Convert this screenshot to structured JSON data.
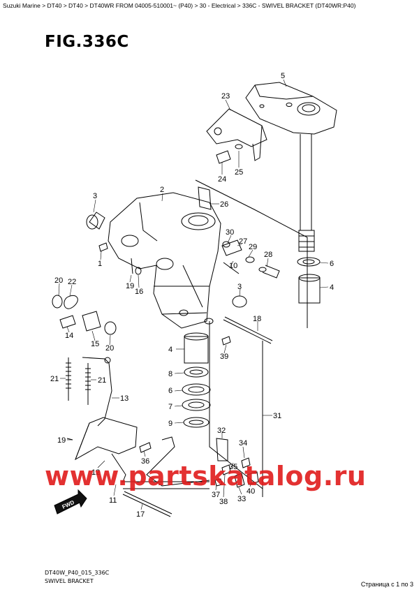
{
  "breadcrumb": "Suzuki Marine > DT40 > DT40 > DT40WR FROM 04005-510001~ (P40) > 30 - Electrical > 336C - SWIVEL BRACKET (DT40WR:P40)",
  "figure_title": "FIG.336C",
  "watermark": "www.partskatalog.ru",
  "fwd_label": "FWD",
  "drawing_code": "DT40W_P40_015_336C",
  "caption": "SWIVEL BRACKET",
  "pager": "Страница с 1 по 3",
  "callouts": [
    {
      "id": "c5",
      "text": "5"
    },
    {
      "id": "c23",
      "text": "23"
    },
    {
      "id": "c25",
      "text": "25"
    },
    {
      "id": "c24",
      "text": "24"
    },
    {
      "id": "c3a",
      "text": "3"
    },
    {
      "id": "c2",
      "text": "2"
    },
    {
      "id": "c26",
      "text": "26"
    },
    {
      "id": "c30",
      "text": "30"
    },
    {
      "id": "c27",
      "text": "27"
    },
    {
      "id": "c29",
      "text": "29"
    },
    {
      "id": "c28",
      "text": "28"
    },
    {
      "id": "c10",
      "text": "10"
    },
    {
      "id": "c6a",
      "text": "6"
    },
    {
      "id": "c4a",
      "text": "4"
    },
    {
      "id": "c1",
      "text": "1"
    },
    {
      "id": "c20a",
      "text": "20"
    },
    {
      "id": "c22",
      "text": "22"
    },
    {
      "id": "c19a",
      "text": "19"
    },
    {
      "id": "c16",
      "text": "16"
    },
    {
      "id": "c3b",
      "text": "3"
    },
    {
      "id": "c18",
      "text": "18"
    },
    {
      "id": "c14",
      "text": "14"
    },
    {
      "id": "c15",
      "text": "15"
    },
    {
      "id": "c20b",
      "text": "20"
    },
    {
      "id": "c4b",
      "text": "4"
    },
    {
      "id": "c39",
      "text": "39"
    },
    {
      "id": "c21a",
      "text": "21"
    },
    {
      "id": "c21b",
      "text": "21"
    },
    {
      "id": "c8",
      "text": "8"
    },
    {
      "id": "c6b",
      "text": "6"
    },
    {
      "id": "c13",
      "text": "13"
    },
    {
      "id": "c7",
      "text": "7"
    },
    {
      "id": "c31",
      "text": "31"
    },
    {
      "id": "c9",
      "text": "9"
    },
    {
      "id": "c32",
      "text": "32"
    },
    {
      "id": "c19b",
      "text": "19"
    },
    {
      "id": "c34",
      "text": "34"
    },
    {
      "id": "c36",
      "text": "36"
    },
    {
      "id": "c12",
      "text": "12"
    },
    {
      "id": "c35",
      "text": "35"
    },
    {
      "id": "c11",
      "text": "11"
    },
    {
      "id": "c37",
      "text": "37"
    },
    {
      "id": "c38",
      "text": "38"
    },
    {
      "id": "c33",
      "text": "33"
    },
    {
      "id": "c40",
      "text": "40"
    },
    {
      "id": "c17",
      "text": "17"
    }
  ]
}
